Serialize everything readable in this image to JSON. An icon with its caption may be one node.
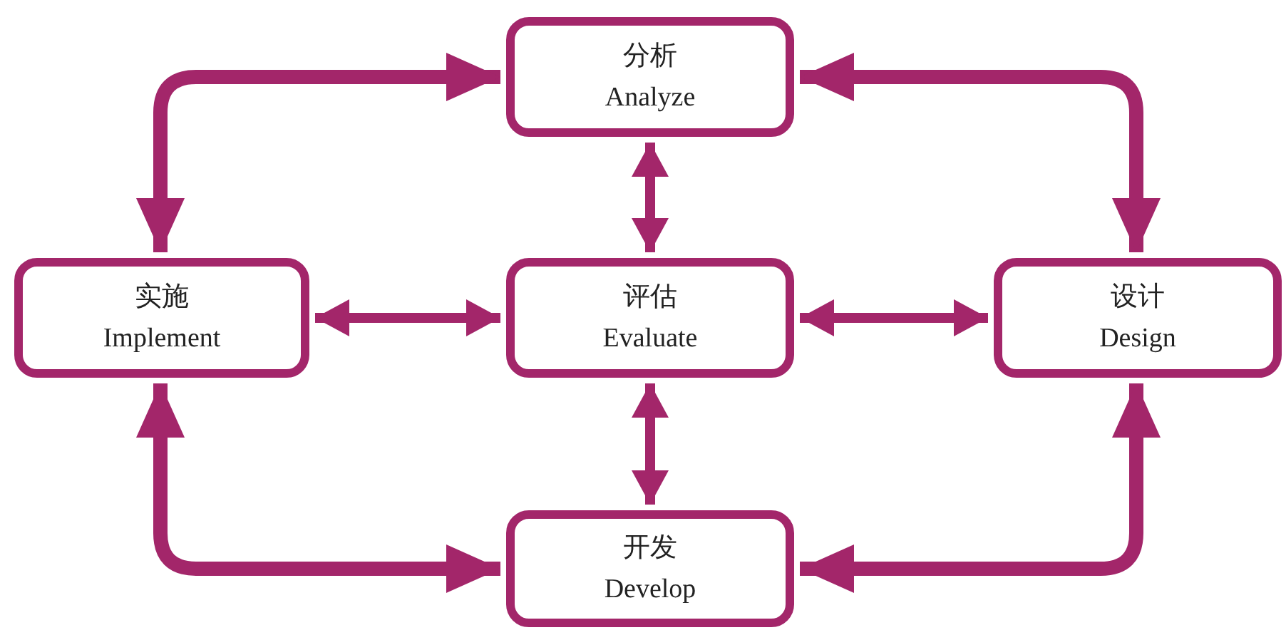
{
  "diagram": {
    "nodes": [
      {
        "text": [
          "分析",
          "Analyze"
        ]
      },
      {
        "text": [
          "实施",
          "Implement"
        ]
      },
      {
        "text": [
          "评估",
          "Evaluate"
        ]
      },
      {
        "text": [
          "设计",
          "Design"
        ]
      },
      {
        "text": [
          "开发",
          "Develop"
        ]
      }
    ],
    "edges": [
      {
        "from": 0,
        "to": 1,
        "arrow": "both"
      },
      {
        "from": 0,
        "to": 3,
        "arrow": "both"
      },
      {
        "from": 1,
        "to": 4,
        "arrow": "both"
      },
      {
        "from": 3,
        "to": 4,
        "arrow": "both"
      },
      {
        "from": 0,
        "to": 2,
        "arrow": "both"
      },
      {
        "from": 2,
        "to": 4,
        "arrow": "both"
      },
      {
        "from": 1,
        "to": 2,
        "arrow": "both"
      },
      {
        "from": 2,
        "to": 3,
        "arrow": "both"
      }
    ]
  }
}
